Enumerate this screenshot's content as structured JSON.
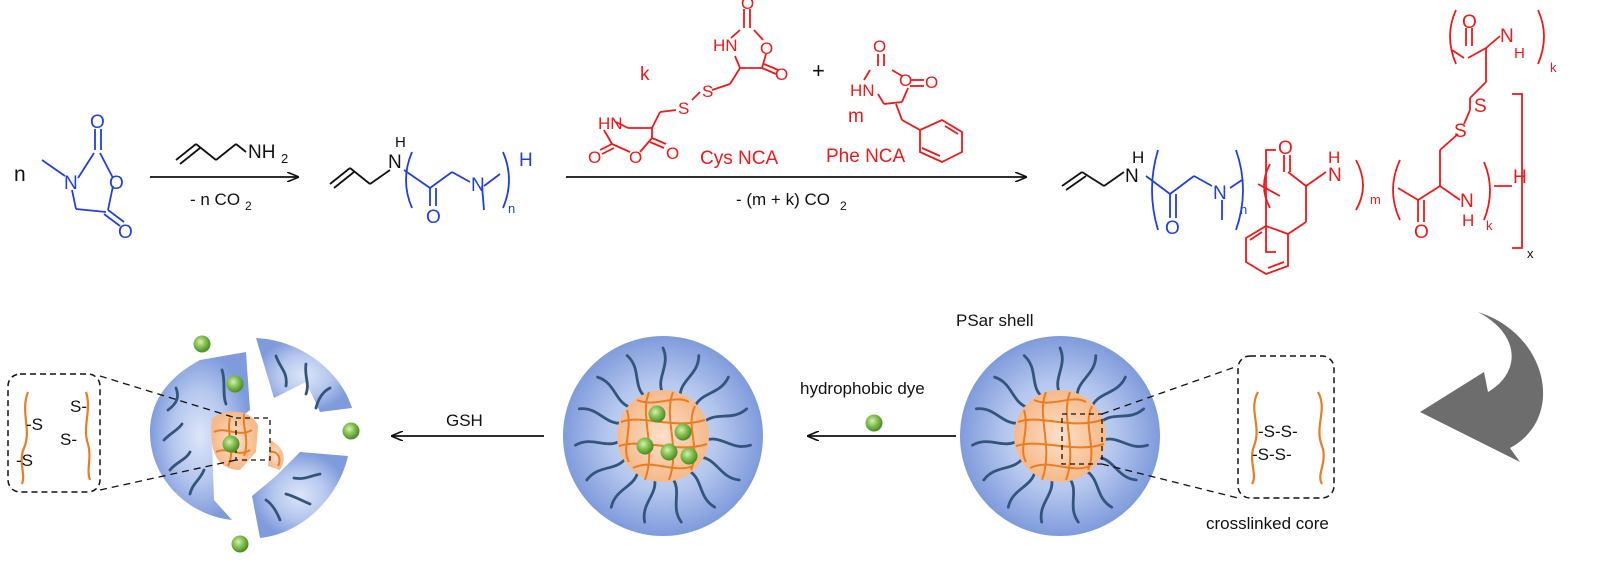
{
  "colors": {
    "monomer_blue": "#1f3fe0",
    "nca_red": "#f01818",
    "shell_blue": "#7f9bdc",
    "chain_navy": "#33557c",
    "core_orange": "#f6b98a",
    "crosslink_orange": "#ea7d22",
    "dye_green": "#66b02f",
    "curved_arrow_gray": "#6d6d6d"
  },
  "icons": [
    "dye-bead",
    "micelle-shell",
    "crosslinked-core",
    "curved-arrow"
  ],
  "reaction": {
    "coefficient_n": "n",
    "sar_nca_O1": "O",
    "sar_nca_N": "N",
    "sar_nca_O2": "O",
    "sar_nca_O3": "O",
    "initiator_nh2": "NH",
    "initiator_sub2": "2",
    "step1_byproduct": "- n CO",
    "step1_sub2": "2",
    "psar_N": "N",
    "psar_H": "H",
    "psar_O": "O",
    "psar_N2": "N",
    "psar_sub_n": "n",
    "coefficient_k": "k",
    "cys_hn": "HN",
    "cys_O1": "O",
    "cys_O2": "O",
    "cys_O3": "O",
    "cys_hn2": "HN",
    "cys_O4": "O",
    "cys_O5": "O",
    "cys_O6": "O",
    "cys_S1": "S",
    "cys_S2": "S",
    "cys_nca_label": "Cys NCA",
    "plus": "+",
    "coefficient_m": "m",
    "phe_O1": "O",
    "phe_O2": "O",
    "phe_O3": "O",
    "phe_hn": "HN",
    "phe_nca_label": "Phe NCA",
    "step2_byproduct": "- (m + k) CO",
    "step2_sub2": "2",
    "prod_H1": "H",
    "prod_N1": "N",
    "prod_O1": "O",
    "prod_N2": "N",
    "prod_sub_n": "n",
    "prod_O2": "O",
    "prod_H2": "H",
    "prod_N3": "N",
    "prod_sub_m": "m",
    "prod_O3": "O",
    "prod_H3": "H",
    "prod_N4": "N",
    "prod_sub_k": "k",
    "prod_Hend": "H",
    "prod_sub_x": "x",
    "prod_S1": "S",
    "prod_S2": "S",
    "prod_O4": "O",
    "prod_N5": "N",
    "prod_H5": "H",
    "prod_sub_k2": "k"
  },
  "assembly": {
    "shell_label": "PSar shell",
    "crosslink_text_1": "-S-S-",
    "crosslink_text_2": "-S-S-",
    "core_label": "crosslinked core",
    "loading_label": "hydrophobic dye",
    "release_label": "GSH",
    "thiol_1": "-S",
    "thiol_2": "S-",
    "thiol_3": "S-",
    "thiol_4": "-S"
  }
}
